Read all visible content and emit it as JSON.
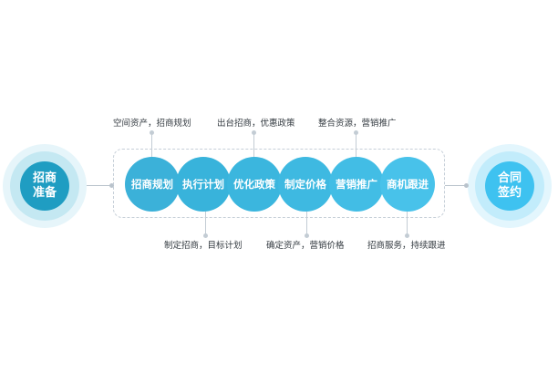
{
  "start_node": {
    "label": "招商\n准备"
  },
  "end_node": {
    "label": "合同\n签约"
  },
  "steps": [
    {
      "label": "招商规划",
      "color": "#3bb1d9"
    },
    {
      "label": "执行计划",
      "color": "#38b3db"
    },
    {
      "label": "优化政策",
      "color": "#3bb6de"
    },
    {
      "label": "制定价格",
      "color": "#3eb9e1"
    },
    {
      "label": "营销推广",
      "color": "#42bde5"
    },
    {
      "label": "商机跟进",
      "color": "#48c2ea"
    }
  ],
  "annotations": {
    "top": [
      "空间资产，招商规划",
      "出台招商，优惠政策",
      "整合资源，营销推广"
    ],
    "bottom": [
      "制定招商，目标计划",
      "确定资产，营销价格",
      "招商服务，持续跟进"
    ]
  },
  "colors": {
    "start_outer": "#e6f5fa",
    "start_mid": "#c4e8f2",
    "start_inner": "#1f9dc2",
    "end_outer": "#e3f6fd",
    "end_mid": "#c2ecfb",
    "end_inner": "#3ec2f0",
    "connector": "#b9c3cc"
  }
}
